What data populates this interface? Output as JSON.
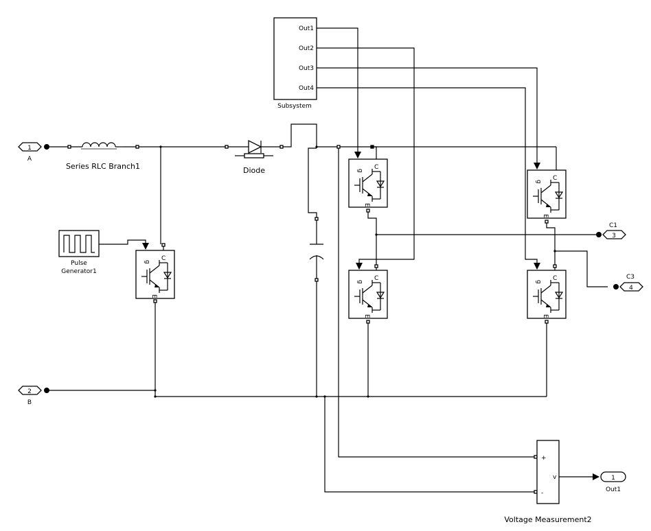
{
  "diagram": {
    "ports": {
      "in_a": {
        "number": "1",
        "label": "A"
      },
      "in_b": {
        "number": "2",
        "label": "B"
      },
      "out_c1": {
        "number": "3",
        "label": "C1"
      },
      "out_c3": {
        "number": "4",
        "label": "C3"
      },
      "out_1": {
        "number": "1",
        "label": "Out1"
      }
    },
    "blocks": {
      "rlc": "Series RLC Branch1",
      "diode": "Diode",
      "subsystem": "Subsystem",
      "pulse": {
        "line1": "Pulse",
        "line2": "Generator1"
      },
      "voltage": "Voltage Measurement2"
    },
    "subsystem_ports": [
      "Out1",
      "Out2",
      "Out3",
      "Out4"
    ],
    "igbt_terminals": {
      "g": "g",
      "c": "C",
      "e": "E"
    },
    "voltage_ports": {
      "plus": "+",
      "minus": "-",
      "v": "v"
    }
  }
}
